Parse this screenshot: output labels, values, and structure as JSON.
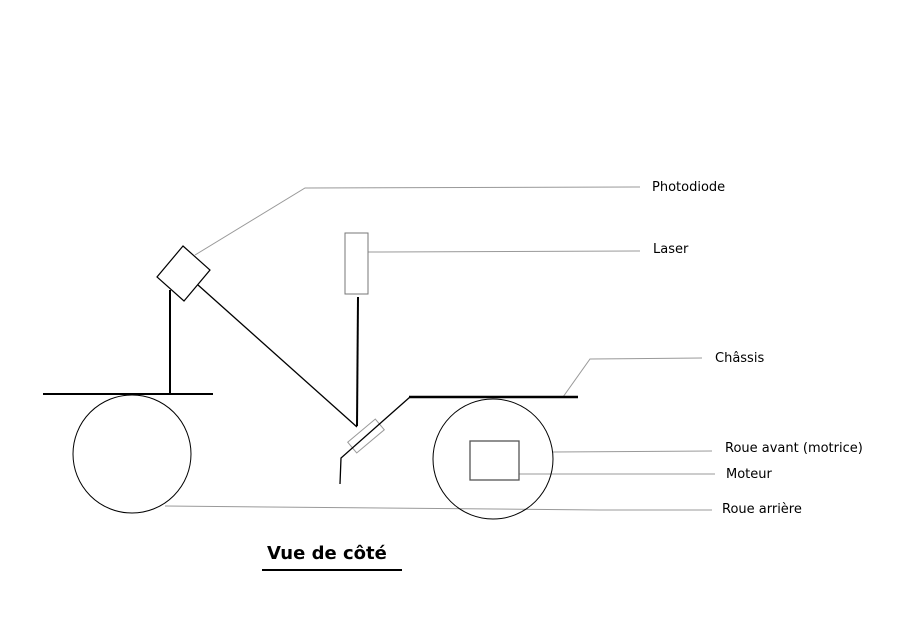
{
  "title": "Vue de côté",
  "labels": {
    "photodiode": "Photodiode",
    "laser": "Laser",
    "chassis": "Châssis",
    "front_wheel": "Roue avant (motrice)",
    "motor": "Moteur",
    "rear_wheel": "Roue arrière"
  },
  "colors": {
    "stroke": "#000000",
    "leader": "#999999"
  }
}
